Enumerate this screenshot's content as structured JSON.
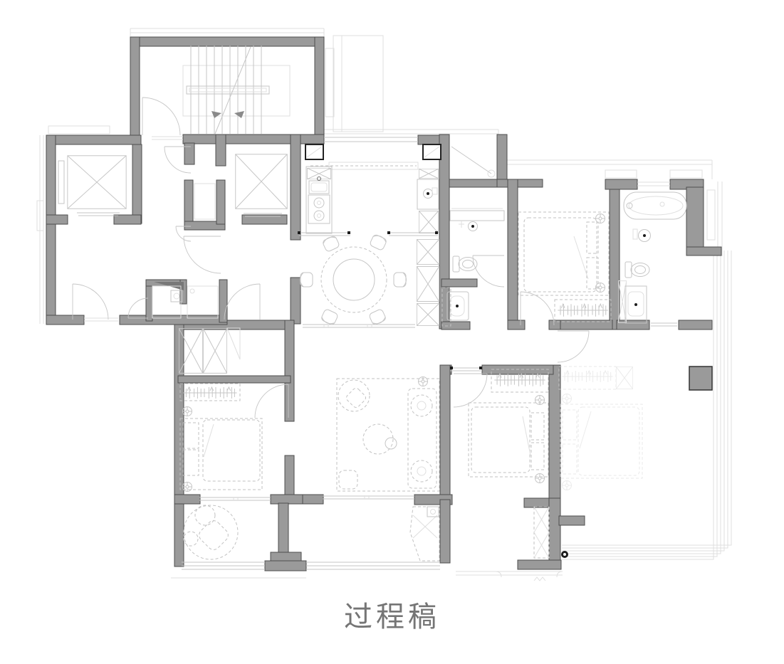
{
  "caption": {
    "text": "过程稿"
  },
  "colors": {
    "background": "#ffffff",
    "wall_fill": "#9a9a9a",
    "wall_edge": "#4d4d4d",
    "line": "#c6c6c6",
    "line_faint": "#dfdfdf",
    "dash": "#c2c2c2",
    "dark": "#6e6e6e",
    "dot": "#1c1c1c",
    "caption": "#757575"
  },
  "plan": {
    "drawing_type": "residential-floor-plan",
    "rooms": [
      "stair-hall",
      "elevator-1",
      "elevator-2",
      "entry-lobby",
      "powder-room",
      "kitchen",
      "dining-room",
      "utility-room",
      "bathroom-2",
      "bedroom-2",
      "master-bathroom",
      "hallway",
      "living-room",
      "bedroom-4",
      "bedroom-3",
      "master-bedroom",
      "balcony-left",
      "balcony-center",
      "terrace-right"
    ],
    "fixtures": [
      "staircase",
      "elevator-cab-x2",
      "dining-table-6-chairs",
      "kitchen-sink",
      "cooktop",
      "tall-cabinets",
      "wardrobes-with-hangers",
      "double-beds-x4",
      "toilets-x3",
      "bathtub",
      "shower-head",
      "vanity-basins",
      "sofa",
      "coffee-table",
      "armchair",
      "lounge-chairs",
      "structural-column"
    ]
  }
}
